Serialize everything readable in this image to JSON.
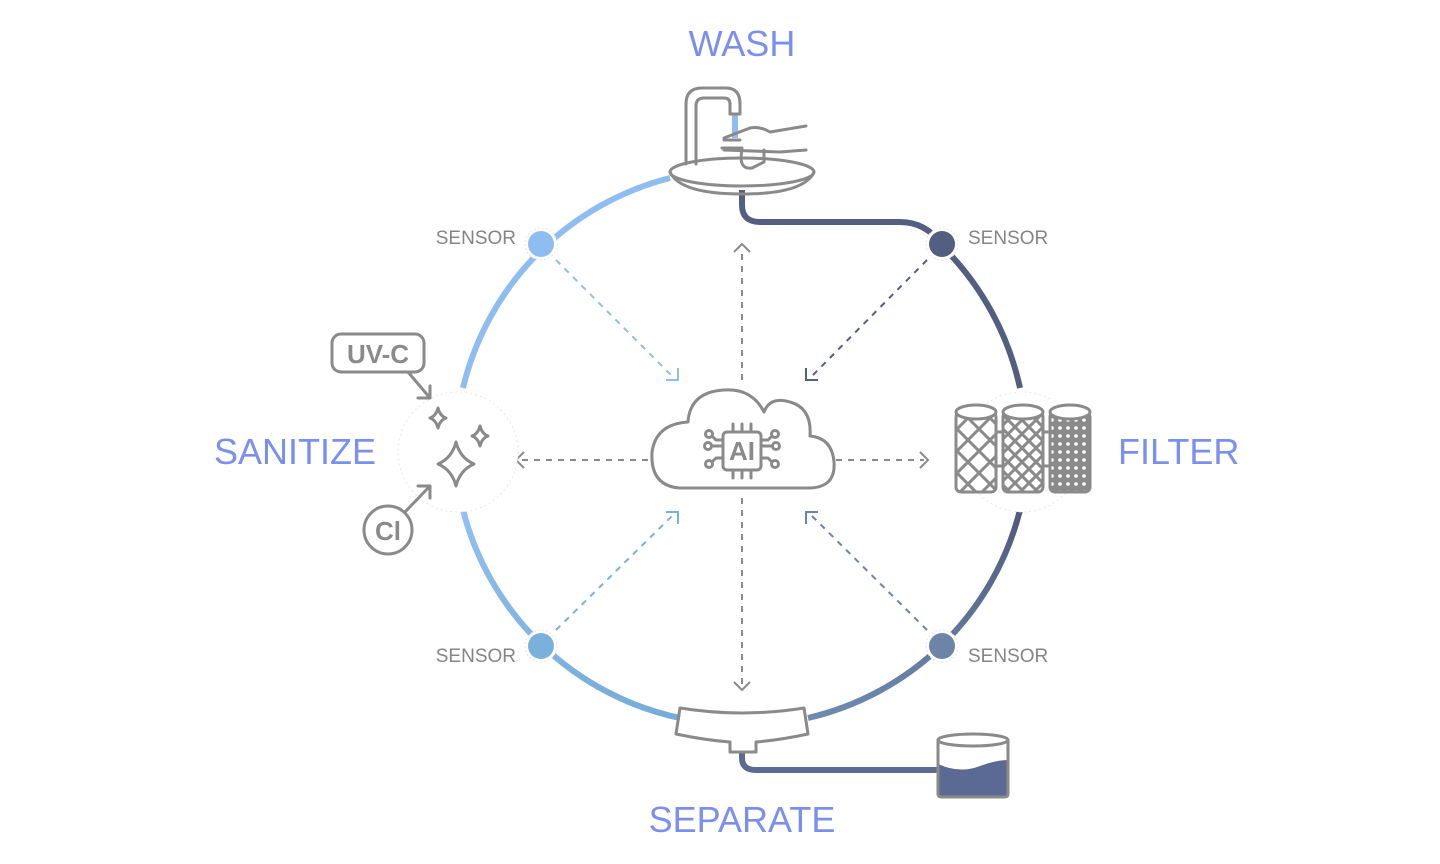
{
  "stages": {
    "wash": "WASH",
    "filter": "FILTER",
    "separate": "SEPARATE",
    "sanitize": "SANITIZE"
  },
  "sensors": [
    {
      "label": "SENSOR",
      "position": "top-left",
      "color": "#8fbdf2"
    },
    {
      "label": "SENSOR",
      "position": "top-right",
      "color": "#525f80"
    },
    {
      "label": "SENSOR",
      "position": "bottom-left",
      "color": "#7ab1dc"
    },
    {
      "label": "SENSOR",
      "position": "bottom-right",
      "color": "#6b84a8"
    }
  ],
  "center": {
    "label": "AI"
  },
  "sanitize_inputs": {
    "uvc": "UV-C",
    "chlorine": "Cl"
  },
  "colors": {
    "stage_label": "#7b8ff0",
    "loop_light": "#8fbdf2",
    "loop_dark": "#525f80",
    "icon_gray": "#8a8a8a",
    "sensor_text": "#858585"
  }
}
